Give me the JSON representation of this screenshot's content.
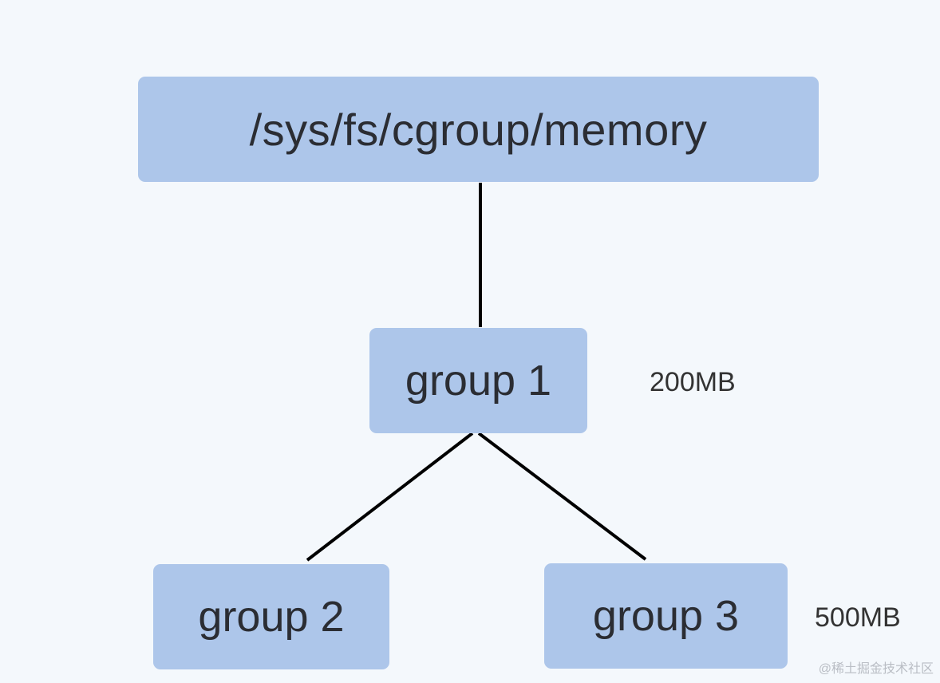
{
  "nodes": {
    "root": {
      "label": "/sys/fs/cgroup/memory"
    },
    "group1": {
      "label": "group 1",
      "limit": "200MB"
    },
    "group2": {
      "label": "group 2"
    },
    "group3": {
      "label": "group 3",
      "limit": "500MB"
    }
  },
  "edges": [
    {
      "from": "root",
      "to": "group1"
    },
    {
      "from": "group1",
      "to": "group2"
    },
    {
      "from": "group1",
      "to": "group3"
    }
  ],
  "colors": {
    "background": "#f4f8fc",
    "node_fill": "#adc6ea",
    "node_text": "#2b2d33",
    "edge": "#000000"
  },
  "watermark": "@稀土掘金技术社区"
}
